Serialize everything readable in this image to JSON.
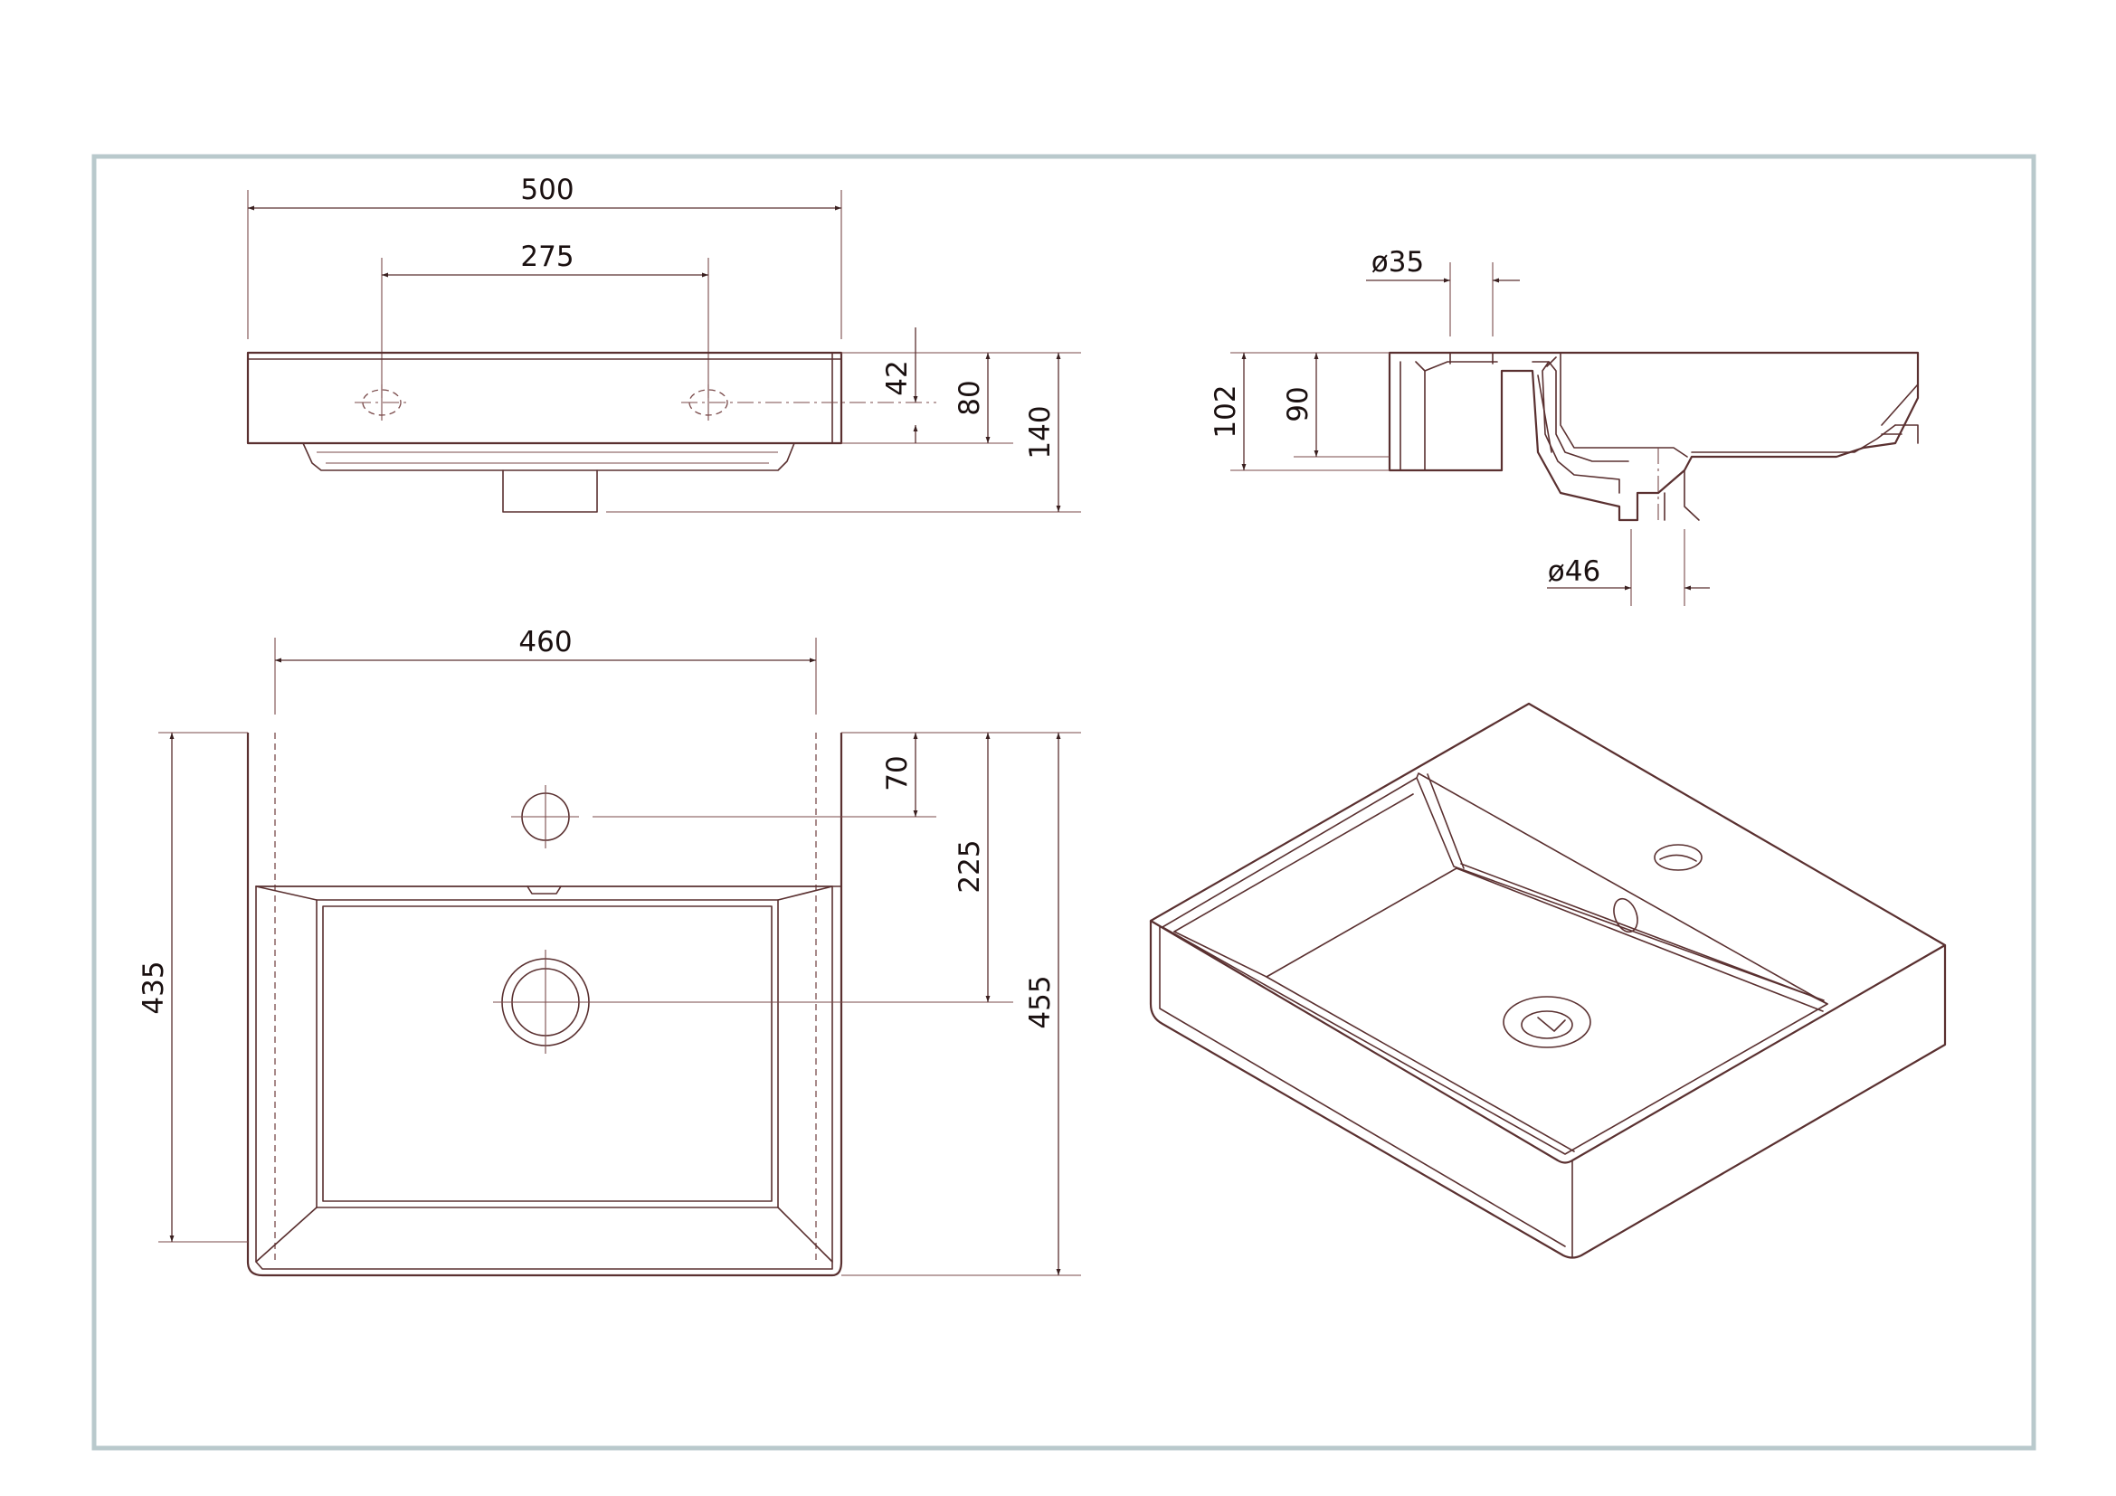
{
  "colors": {
    "frame": "#b9c9cc",
    "line": "#5a3030",
    "text": "#1a1010"
  },
  "views": {
    "front": {
      "width_overall": "500",
      "tap_hole_spacing": "275",
      "height_to_holes": "42",
      "basin_height": "80",
      "total_height": "140"
    },
    "section": {
      "tap_hole_diameter": "ø35",
      "waste_diameter": "ø46",
      "outer_height": "102",
      "bowl_depth": "90"
    },
    "plan": {
      "bowl_width": "460",
      "tap_hole_offset": "70",
      "waste_offset": "225",
      "inner_depth": "435",
      "overall_depth": "455"
    }
  }
}
